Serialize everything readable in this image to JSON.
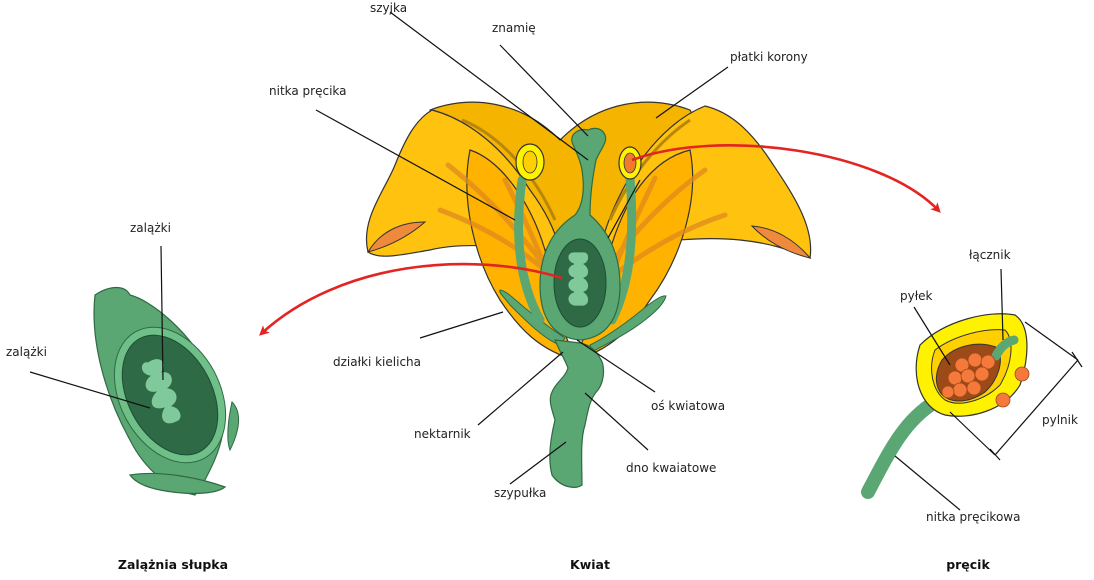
{
  "labels": {
    "szyjka": "szyjka",
    "znamie": "znamię",
    "platki_korony": "płatki korony",
    "nitka_precika": "nitka pręcika",
    "zalazki_top": "zalążki",
    "zalazki_left": "zalążki",
    "dzialki_kielicha": "działki kielicha",
    "nektarnik": "nektarnik",
    "os_kwiatowa": "oś kwiatowa",
    "dno_kwiatowe": "dno kwaiatowe",
    "szypulka": "szypułka",
    "lacznik": "łącznik",
    "pylek": "pyłek",
    "pylnik": "pylnik",
    "nitka_precikowa": "nitka pręcikowa"
  },
  "captions": {
    "ovary": "Zalążnia słupka",
    "flower": "Kwiat",
    "stamen": "pręcik"
  },
  "colors": {
    "petal": "#ffc20e",
    "petal_dark": "#f0a800",
    "petal_vein": "#e08a1e",
    "petal_orange": "#ef8a3c",
    "green": "#5aa774",
    "green_dark": "#2f7a4e",
    "green_darker": "#2d6a45",
    "anther_yellow": "#fff200",
    "pollen": "#f5793a",
    "arrow": "#e32421"
  }
}
